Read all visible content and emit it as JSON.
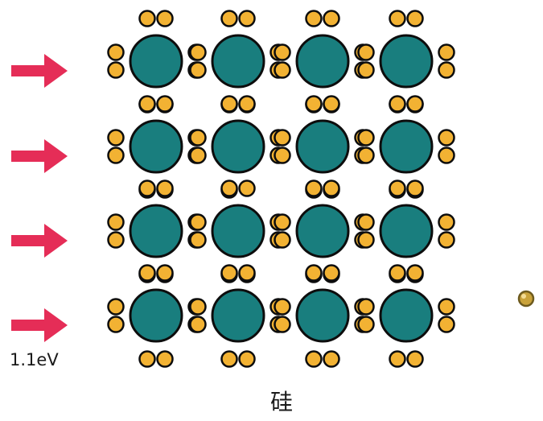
{
  "diagram": {
    "energy_label": "1.1eV",
    "material_label": "硅",
    "lattice": {
      "rows": 4,
      "cols": 4
    },
    "missing_electron": {
      "row": 1,
      "col": 1,
      "position": "bottom",
      "which": "right"
    },
    "free_electron": true,
    "arrows": {
      "count": 4,
      "direction": "right"
    }
  },
  "colors": {
    "atom_fill": "#197e7e",
    "atom_stroke": "#0d0d0d",
    "electron_fill": "#f2b233",
    "electron_stroke": "#0d0d0d",
    "arrow": "#e52d57",
    "free_electron": "#c9a23a"
  }
}
